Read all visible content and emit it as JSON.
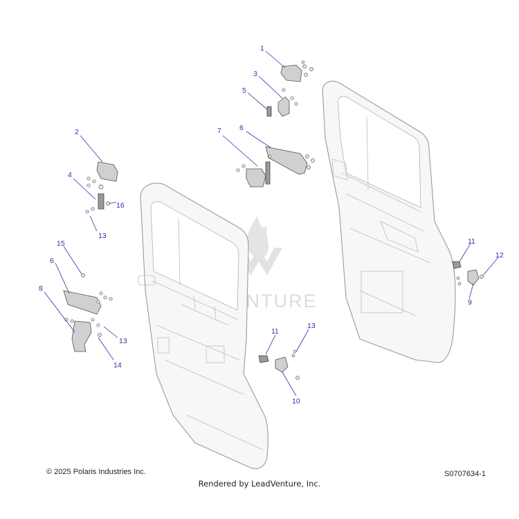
{
  "watermark": "LEADVENTURE",
  "callouts": [
    {
      "id": "c1",
      "label": "1"
    },
    {
      "id": "c3",
      "label": "3"
    },
    {
      "id": "c5",
      "label": "5"
    },
    {
      "id": "c7",
      "label": "7"
    },
    {
      "id": "c6a",
      "label": "6"
    },
    {
      "id": "c2",
      "label": "2"
    },
    {
      "id": "c4",
      "label": "4"
    },
    {
      "id": "c16",
      "label": "16"
    },
    {
      "id": "c13a",
      "label": "13"
    },
    {
      "id": "c15",
      "label": "15"
    },
    {
      "id": "c6b",
      "label": "6"
    },
    {
      "id": "c8",
      "label": "8"
    },
    {
      "id": "c13b",
      "label": "13"
    },
    {
      "id": "c14",
      "label": "14"
    },
    {
      "id": "c11a",
      "label": "11"
    },
    {
      "id": "c12",
      "label": "12"
    },
    {
      "id": "c9",
      "label": "9"
    },
    {
      "id": "c11b",
      "label": "11"
    },
    {
      "id": "c13c",
      "label": "13"
    },
    {
      "id": "c10",
      "label": "10"
    }
  ],
  "footer": {
    "copyright": "© 2025 Polaris Industries Inc.",
    "diagram_id": "S0707634-1",
    "rendered_by": "Rendered by LeadVenture, Inc."
  }
}
